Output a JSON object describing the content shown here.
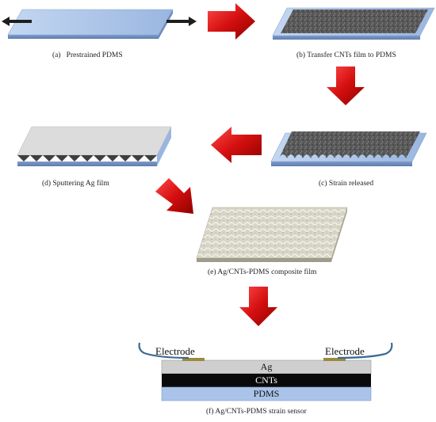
{
  "steps": {
    "a": "(a)   Prestrained PDMS",
    "b": "(b) Transfer CNTs film to PDMS",
    "c": "(c) Strain released",
    "d": "(d) Sputtering Ag film",
    "e": "(e) Ag/CNTs-PDMS composite film",
    "f": "(f) Ag/CNTs-PDMS strain sensor"
  },
  "sensor": {
    "electrode_left": "Electrode",
    "electrode_right": "Electrode",
    "layer_ag": "Ag",
    "layer_cnts": "CNTs",
    "layer_pdms": "PDMS"
  },
  "colors": {
    "pdms": "#a9c4e8",
    "cnts": "#4a4a4a",
    "ag": "#cfcfcf",
    "arrow": "#d41a1a",
    "electrode_wire": "#3c6a93"
  }
}
